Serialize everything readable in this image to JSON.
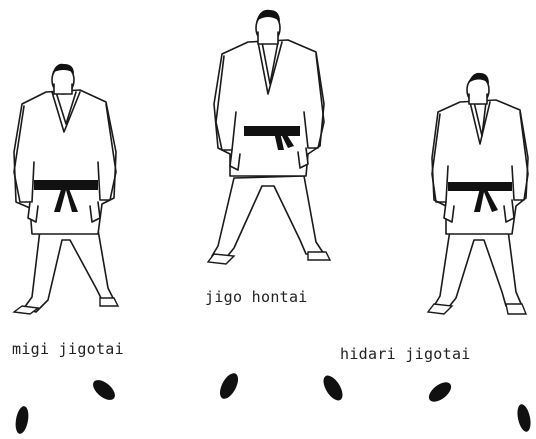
{
  "labels": {
    "center": "jigo hontai",
    "left": "migi jigotai",
    "right": "hidari jigotai"
  },
  "ink_color": "#1a1a1a",
  "belt_color": "#111111"
}
